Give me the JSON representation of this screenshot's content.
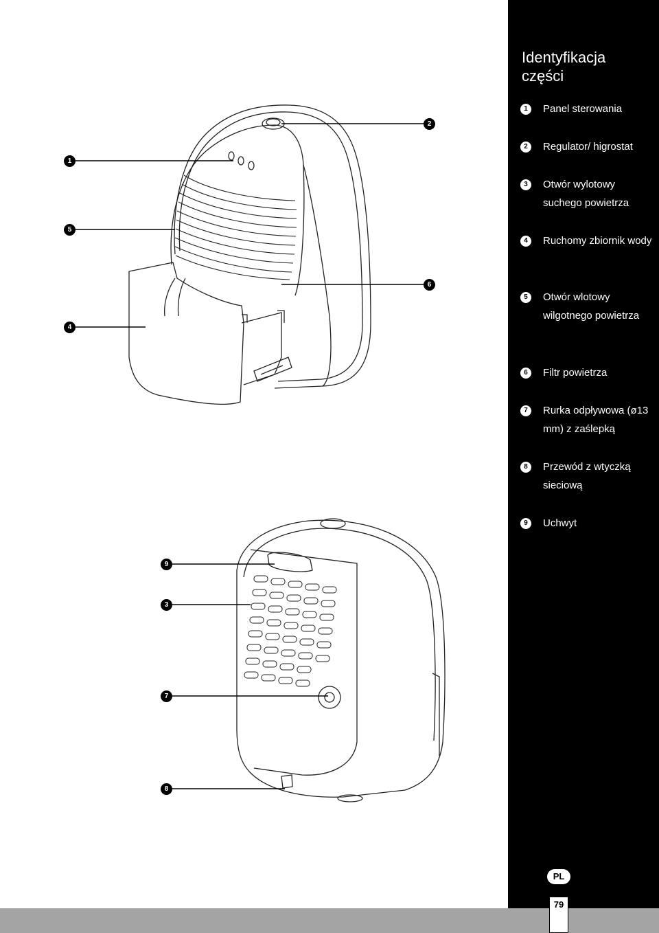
{
  "sidebar": {
    "title_line1": "Identyfikacja",
    "title_line2": "części",
    "parts": [
      {
        "num": "1",
        "label": "Panel sterowania"
      },
      {
        "num": "2",
        "label": "Regulator/ higrostat"
      },
      {
        "num": "3",
        "label": "Otwór wylotowy suchego powietrza"
      },
      {
        "num": "4",
        "label": "Ruchomy zbiornik wody"
      },
      {
        "num": "5",
        "label": "Otwór wlotowy wilgotnego powietrza"
      },
      {
        "num": "6",
        "label": "Filtr powietrza"
      },
      {
        "num": "7",
        "label": "Rurka odpływowa (ø13 mm) z zaślepką"
      },
      {
        "num": "8",
        "label": "Przewód z wtyczką sieciową"
      },
      {
        "num": "9",
        "label": "Uchwyt"
      }
    ]
  },
  "callouts": {
    "front": [
      "1",
      "2",
      "5",
      "6",
      "4"
    ],
    "back": [
      "9",
      "3",
      "7",
      "8"
    ]
  },
  "footer": {
    "language": "PL",
    "page_number": "79"
  },
  "colors": {
    "sidebar_bg": "#000000",
    "footer_bar": "#a4a4a4"
  }
}
